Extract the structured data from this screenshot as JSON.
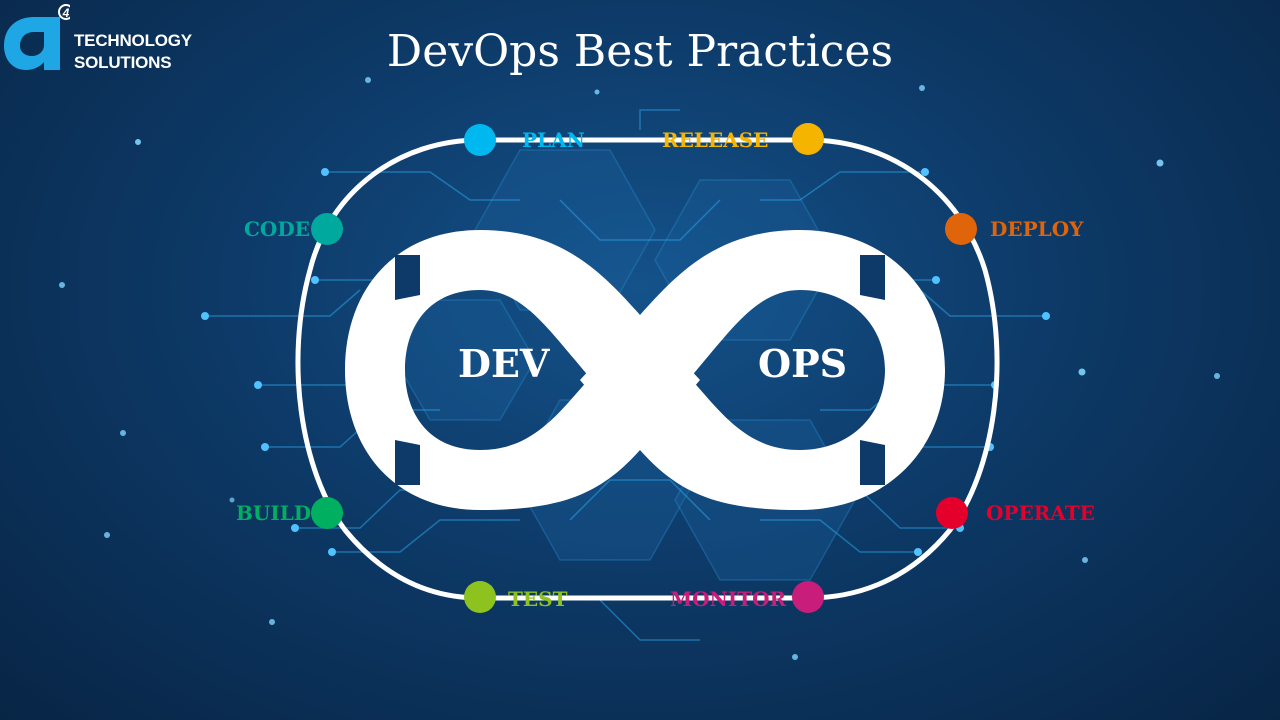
{
  "title": "DevOps Best Practices",
  "logo": {
    "badge": "4",
    "line1": "TECHNOLOGY",
    "line2": "SOLUTIONS"
  },
  "center": {
    "left": "DEV",
    "right": "OPS"
  },
  "stages": [
    {
      "label": "PLAN",
      "color": "#00b8f0"
    },
    {
      "label": "CODE",
      "color": "#00a99d"
    },
    {
      "label": "BUILD",
      "color": "#00b060"
    },
    {
      "label": "TEST",
      "color": "#8dc21f"
    },
    {
      "label": "RELEASE",
      "color": "#f5b400"
    },
    {
      "label": "DEPLOY",
      "color": "#e0640a"
    },
    {
      "label": "OPERATE",
      "color": "#e4002b"
    },
    {
      "label": "MONITOR",
      "color": "#c81d7a"
    }
  ],
  "colors": {
    "background": "#0d3a68",
    "circuit": "#2aa3e6",
    "infinity": "#ffffff"
  }
}
